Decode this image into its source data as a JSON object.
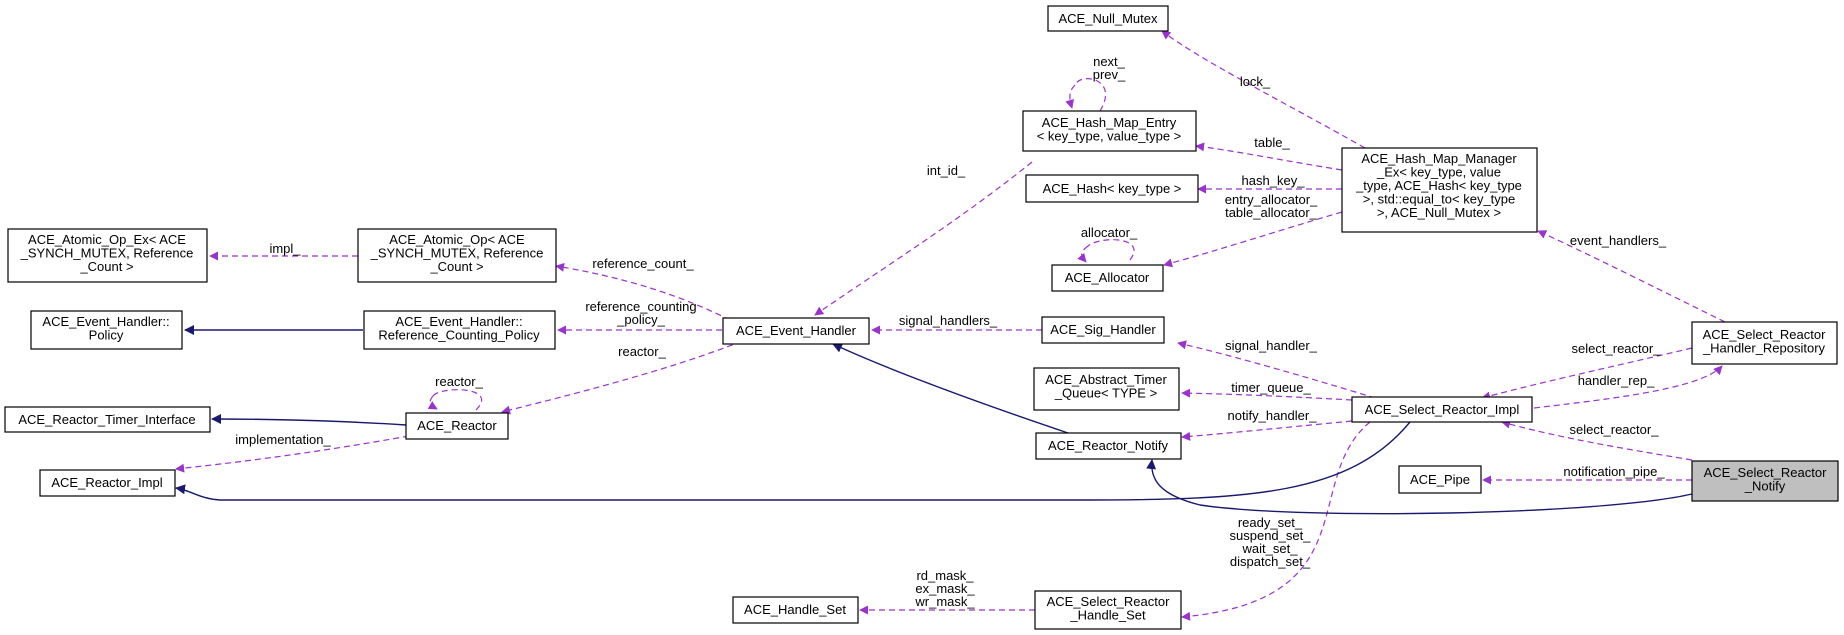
{
  "nodes": {
    "null_mutex": [
      "ACE_Null_Mutex"
    ],
    "hash_map_entry": [
      "ACE_Hash_Map_Entry",
      "< key_type, value_type >"
    ],
    "hash_map_manager": [
      "ACE_Hash_Map_Manager",
      "_Ex< key_type, value",
      "_type, ACE_Hash< key_type",
      ">, std::equal_to< key_type",
      ">, ACE_Null_Mutex >"
    ],
    "hash": [
      "ACE_Hash< key_type >"
    ],
    "allocator": [
      "ACE_Allocator"
    ],
    "atomic_op_ex": [
      "ACE_Atomic_Op_Ex< ACE",
      "_SYNCH_MUTEX, Reference",
      "_Count >"
    ],
    "atomic_op": [
      "ACE_Atomic_Op< ACE",
      "_SYNCH_MUTEX, Reference",
      "_Count >"
    ],
    "event_handler_policy": [
      "ACE_Event_Handler::",
      "Policy"
    ],
    "ref_counting_policy": [
      "ACE_Event_Handler::",
      "Reference_Counting_Policy"
    ],
    "event_handler": [
      "ACE_Event_Handler"
    ],
    "sig_handler": [
      "ACE_Sig_Handler"
    ],
    "select_reactor_handler_repository": [
      "ACE_Select_Reactor",
      "_Handler_Repository"
    ],
    "abstract_timer_queue": [
      "ACE_Abstract_Timer",
      "_Queue< TYPE >"
    ],
    "select_reactor_impl": [
      "ACE_Select_Reactor_Impl"
    ],
    "reactor_timer_interface": [
      "ACE_Reactor_Timer_Interface"
    ],
    "reactor": [
      "ACE_Reactor"
    ],
    "reactor_notify": [
      "ACE_Reactor_Notify"
    ],
    "reactor_impl": [
      "ACE_Reactor_Impl"
    ],
    "pipe": [
      "ACE_Pipe"
    ],
    "select_reactor_notify": [
      "ACE_Select_Reactor",
      "_Notify"
    ],
    "handle_set": [
      "ACE_Handle_Set"
    ],
    "select_reactor_handle_set": [
      "ACE_Select_Reactor",
      "_Handle_Set"
    ]
  },
  "edge_labels": {
    "lock": [
      "lock_"
    ],
    "next_prev": [
      "next_",
      "prev_"
    ],
    "table": [
      "table_"
    ],
    "int_id": [
      "int_id_"
    ],
    "hash_key": [
      "hash_key_"
    ],
    "entry_table_allocator": [
      "entry_allocator_",
      "table_allocator_"
    ],
    "allocator_self": [
      "allocator_"
    ],
    "event_handlers": [
      "event_handlers_"
    ],
    "impl": [
      "impl_"
    ],
    "reference_count": [
      "reference_count_"
    ],
    "reference_counting_policy": [
      "reference_counting",
      "_policy_"
    ],
    "signal_handlers": [
      "signal_handlers_"
    ],
    "reactor": [
      "reactor_"
    ],
    "reactor_self": [
      "reactor_"
    ],
    "signal_handler": [
      "signal_handler_"
    ],
    "select_reactor_1": [
      "select_reactor_"
    ],
    "handler_rep": [
      "handler_rep_"
    ],
    "timer_queue": [
      "timer_queue_"
    ],
    "notify_handler": [
      "notify_handler_"
    ],
    "implementation": [
      "implementation_"
    ],
    "select_reactor_2": [
      "select_reactor_"
    ],
    "notification_pipe": [
      "notification_pipe_"
    ],
    "sets": [
      "ready_set_",
      "suspend_set_",
      "wait_set_",
      "dispatch_set_"
    ],
    "masks": [
      "rd_mask_",
      "ex_mask_",
      "wr_mask_"
    ]
  },
  "colors": {
    "usage_edge": "#9a32cd",
    "inheritance_edge": "#191970",
    "highlighted_node_fill": "#bfbfbf"
  }
}
